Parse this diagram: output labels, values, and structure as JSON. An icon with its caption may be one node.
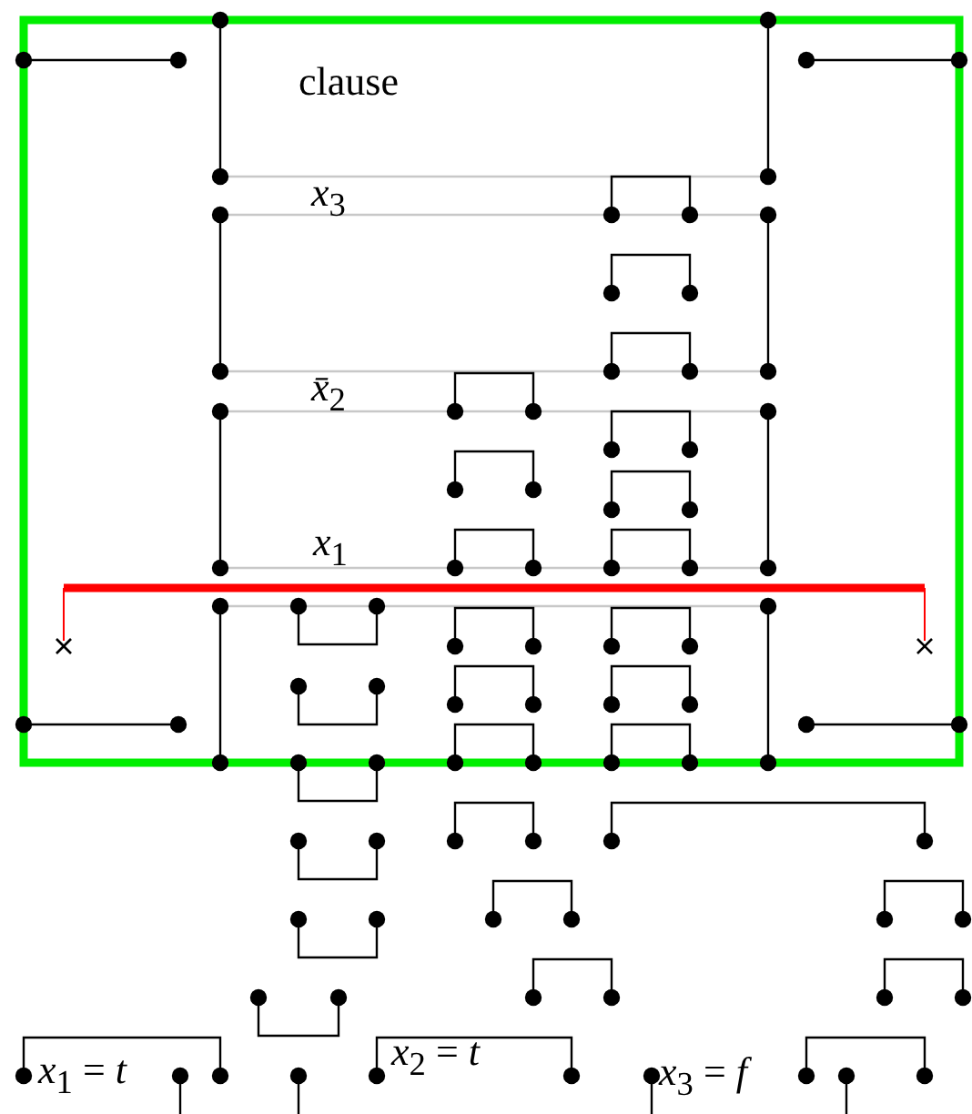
{
  "diagram": {
    "labels": [
      "clause",
      "*x*$_{3}$",
      "*x̄*$_{2}$",
      "*x*$_{1}$",
      "*x*$_{1}$ = *t*",
      "*x*$_{2}$ = *t*",
      "*x*$_{3}$ = *f*"
    ]
  }
}
